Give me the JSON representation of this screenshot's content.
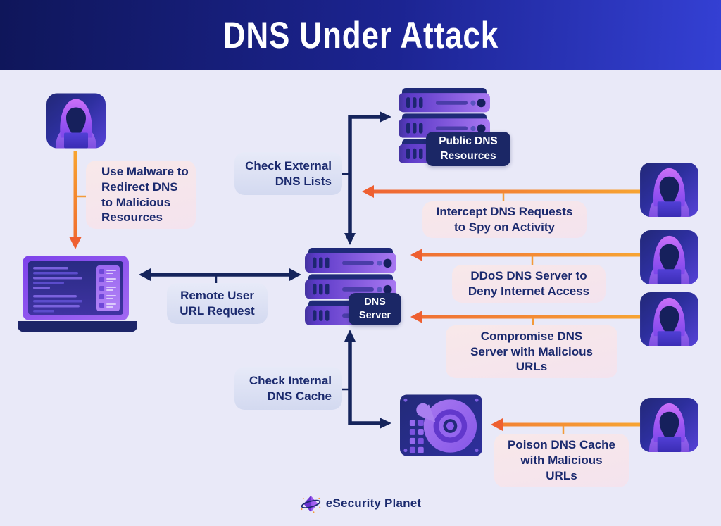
{
  "header": {
    "title": "DNS Under Attack"
  },
  "nodes": {
    "public_dns": {
      "chip": "Public DNS\nResources"
    },
    "dns_server": {
      "chip": "DNS\nServer"
    }
  },
  "callouts": {
    "use_malware": {
      "text": "Use Malware to\nRedirect DNS\nto Malicious\nResources"
    },
    "check_external": {
      "text": "Check External\nDNS Lists"
    },
    "remote_user": {
      "text": "Remote User\nURL Request"
    },
    "intercept": {
      "text": "Intercept DNS Requests\nto Spy on Activity"
    },
    "ddos": {
      "text": "DDoS DNS Server to\nDeny Internet Access"
    },
    "compromise": {
      "text": "Compromise DNS\nServer with Malicious\nURLs"
    },
    "check_internal": {
      "text": "Check Internal\nDNS Cache"
    },
    "poison": {
      "text": "Poison DNS Cache\nwith Malicious\nURLs"
    }
  },
  "icons": {
    "hacker": "hooded-attacker-icon",
    "laptop": "remote-user-laptop-icon",
    "server_stack": "dns-server-stack-icon",
    "disk": "dns-cache-disk-icon",
    "logo": "esecurity-planet-gem-icon"
  },
  "colors": {
    "background": "#e9e9f8",
    "header_gradient_left": "#0f165a",
    "header_gradient_right": "#3440d4",
    "navy_arrow": "#15245c",
    "orange_arrow_light": "#f9b233",
    "orange_arrow_dark": "#ee5f31",
    "text_navy": "#1b2a6e",
    "chip_bg": "#1b2766",
    "server_purple": "#8a52ee"
  },
  "footer": {
    "brand": "eSecurity Planet"
  }
}
